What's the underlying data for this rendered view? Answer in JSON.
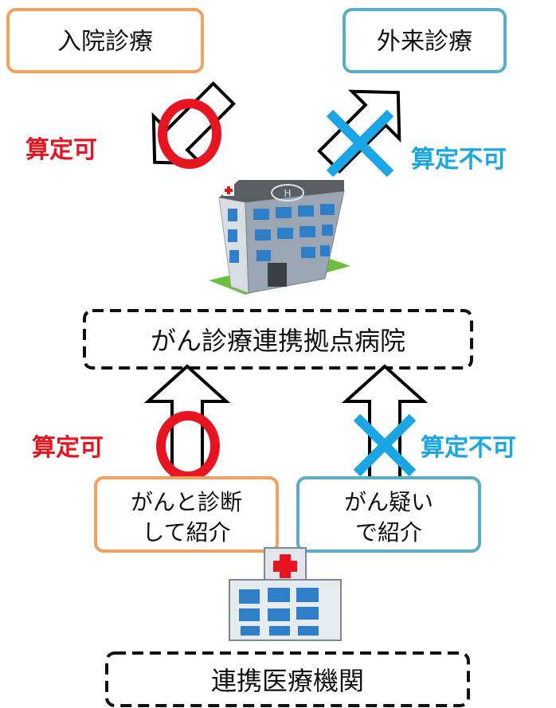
{
  "colors": {
    "ok": "#e8141f",
    "ng": "#1aa6e4",
    "orange_border": "#f0a060",
    "blue_border": "#5aaec4"
  },
  "top": {
    "inpatient_label": "入院診療",
    "outpatient_label": "外来診療",
    "ok_label": "算定可",
    "ng_label": "算定不可"
  },
  "hub": {
    "label": "がん診療連携拠点病院",
    "icon": "hospital-building-icon"
  },
  "middle": {
    "ok_label": "算定可",
    "ng_label": "算定不可",
    "diagnosed_lines": [
      "がんと診断",
      "して紹介"
    ],
    "suspected_lines": [
      "がん疑い",
      "で紹介"
    ]
  },
  "partner": {
    "label": "連携医療機関",
    "icon": "clinic-icon"
  }
}
